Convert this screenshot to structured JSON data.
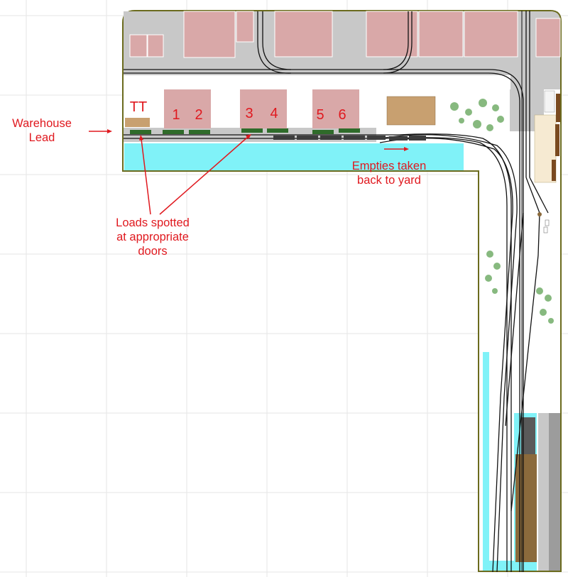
{
  "labels": {
    "warehouse_lead": [
      "Warehouse",
      "Lead"
    ],
    "loads_spotted": [
      "Loads spotted",
      "at appropriate",
      "doors"
    ],
    "empties": [
      "Empties taken",
      "back to yard"
    ]
  },
  "doors": [
    "TT",
    "1",
    "2",
    "3",
    "4",
    "5",
    "6"
  ],
  "colors": {
    "annotation": "#e0191f",
    "building": "#d9a8a8",
    "road": "#c8c8c8",
    "water": "#80f2f8",
    "track": "#111111",
    "loaded_car": "#2f6b2a",
    "empty_car": "#3d3d3d",
    "layout_border": "#6b6b1e"
  }
}
